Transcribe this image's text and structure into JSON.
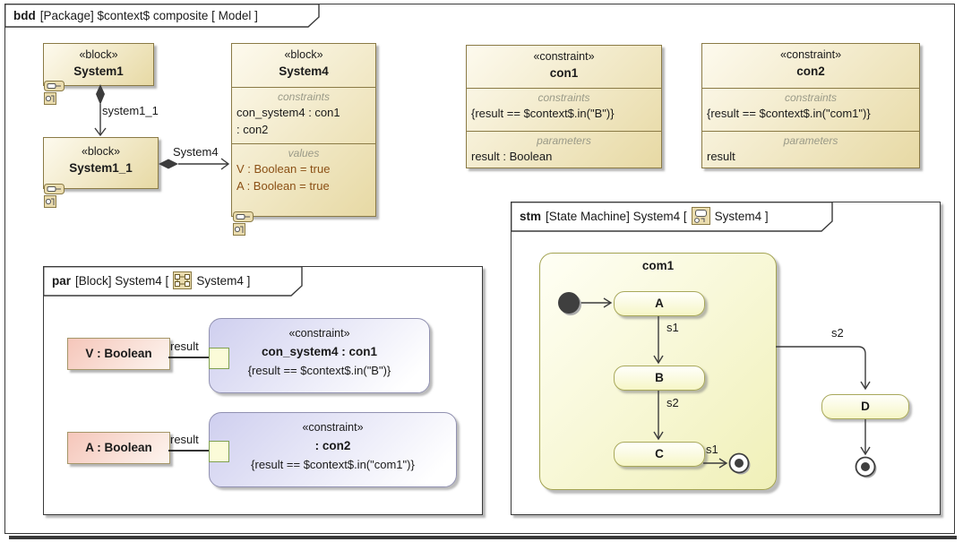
{
  "colors": {
    "block_fill_light": "#fdfaee",
    "block_fill_dark": "#e7d9a4",
    "block_border": "#8a7a45",
    "constraint_fill": "#cfcfef",
    "constraint_border": "#9191b1",
    "value_prop_fill": "#f5c6ba",
    "state_fill": "#f6f6c6",
    "state_border": "#a8a85a",
    "values_text": "#8b5015",
    "compartment_label_text": "#9a9a88",
    "pin_fill": "#fbfbd8",
    "pin_border": "#7fa050"
  },
  "frame_tab": {
    "keyword": "bdd",
    "title": "[Package] $context$ composite [ Model ]"
  },
  "blocks": {
    "system1": {
      "stereotype": "«block»",
      "name": "System1"
    },
    "system1_1": {
      "stereotype": "«block»",
      "name": "System1_1"
    },
    "system4": {
      "stereotype": "«block»",
      "name": "System4",
      "constraints_label": "constraints",
      "constraints": [
        "con_system4 : con1",
        " : con2"
      ],
      "values_label": "values",
      "values": [
        "V : Boolean = true",
        "A : Boolean = true"
      ]
    }
  },
  "constraint_blocks": {
    "con1": {
      "stereotype": "«constraint»",
      "name": "con1",
      "constraints_label": "constraints",
      "expression": "{result == $context$.in(\"B\")}",
      "parameters_label": "parameters",
      "parameter": "result : Boolean"
    },
    "con2": {
      "stereotype": "«constraint»",
      "name": "con2",
      "constraints_label": "constraints",
      "expression": "{result == $context$.in(\"com1\")}",
      "parameters_label": "parameters",
      "parameter": "result"
    }
  },
  "associations": {
    "system1_1_end": "system1_1",
    "system4_end": "System4"
  },
  "par_diagram": {
    "tab": {
      "keyword": "par",
      "title_pre": "[Block] System4 [",
      "title_post": "System4 ]"
    },
    "value_properties": [
      "V : Boolean",
      "A : Boolean"
    ],
    "binding_label": "result",
    "constraint_properties": [
      {
        "stereotype": "«constraint»",
        "name": "con_system4 : con1",
        "expression": "{result == $context$.in(\"B\")}"
      },
      {
        "stereotype": "«constraint»",
        "name": ": con2",
        "expression": "{result == $context$.in(\"com1\")}"
      }
    ]
  },
  "state_machine": {
    "tab": {
      "keyword": "stm",
      "title_pre": "[State Machine] System4 [",
      "title_post": "System4 ]"
    },
    "composite_state": "com1",
    "states": [
      "A",
      "B",
      "C",
      "D"
    ],
    "transition_labels": {
      "s1": "s1",
      "s2": "s2"
    }
  }
}
